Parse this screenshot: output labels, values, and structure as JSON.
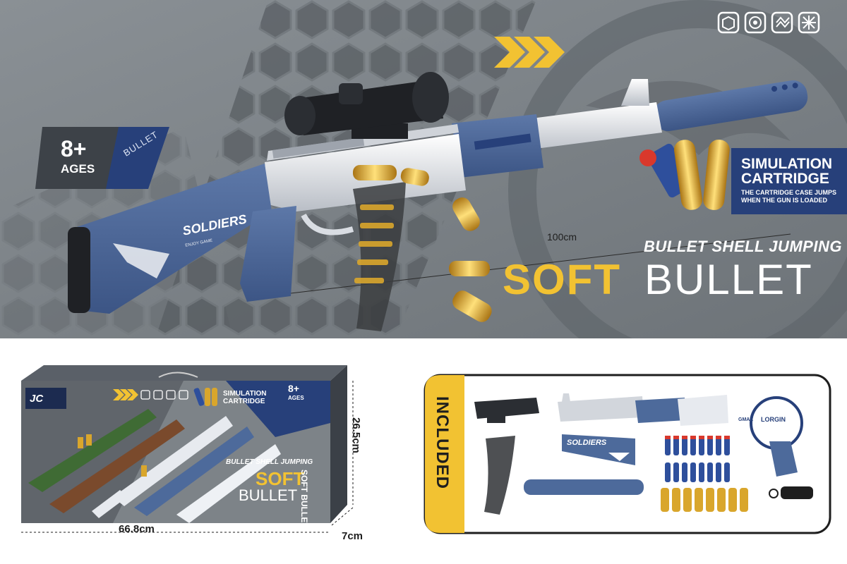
{
  "hero": {
    "age_number": "8+",
    "age_label": "AGES",
    "bullet_tag": "BULLET",
    "sim_title_1": "SIMULATION",
    "sim_title_2": "CARTRIDGE",
    "sim_sub_1": "THE CARTRIDGE CASE JUMPS",
    "sim_sub_2": "WHEN THE GUN IS LOADED",
    "length": "100cm",
    "shell_jumping": "BULLET SHELL JUMPING",
    "soft": "SOFT",
    "bullet": "BULLET",
    "gun_brand": "SOLDIERS",
    "gun_brand_sub": "ENJOY GAME",
    "feature_icons": [
      "cube-icon",
      "target-icon",
      "shield-icon",
      "mesh-icon"
    ]
  },
  "box": {
    "width": "66.8cm",
    "height": "26.5cm",
    "depth": "7cm",
    "sim_title_1": "SIMULATION",
    "sim_title_2": "CARTRIDGE",
    "age_number": "8+",
    "age_label": "AGES",
    "shell_jumping": "BULLET SHELL JUMPING",
    "soft": "SOFT",
    "bullet": "BULLET",
    "logo_text": "JC",
    "side_label": "SOFT BULLET"
  },
  "included": {
    "label": "INCLUDED",
    "stock_brand": "SOLDIERS",
    "grip_brand": "LORGIN",
    "receiver_text": "GMAX"
  },
  "colors": {
    "background": "#7e8489",
    "hex_pattern": "#54585d",
    "navy": "#27407a",
    "gun_blue": "#4d6a9b",
    "gun_white": "#e3e6ea",
    "accent_yellow": "#f2c232",
    "brass": "#d9a62c",
    "dart_blue": "#2e4f9c",
    "dart_tip": "#d9382c"
  }
}
